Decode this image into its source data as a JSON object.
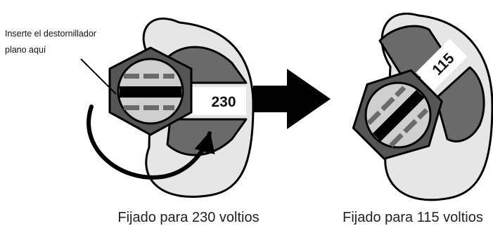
{
  "instruction_label_line1": "Inserte el destornillador",
  "instruction_label_line2": "plano aquí",
  "left_setting": {
    "voltage_value": "230",
    "caption": "Fijado para 230 voltios"
  },
  "right_setting": {
    "voltage_value": "115",
    "caption": "Fijado para 115 voltios"
  },
  "colors": {
    "plate": "#e6e6e6",
    "slot_tab": "#6a6a6a",
    "hex_nut": "#555555",
    "outline": "#000000",
    "arrow": "#000000"
  },
  "icons": [
    "hex-nut-screw-icon",
    "curved-rotation-arrow-icon",
    "right-arrow-icon",
    "pointer-line-icon"
  ]
}
